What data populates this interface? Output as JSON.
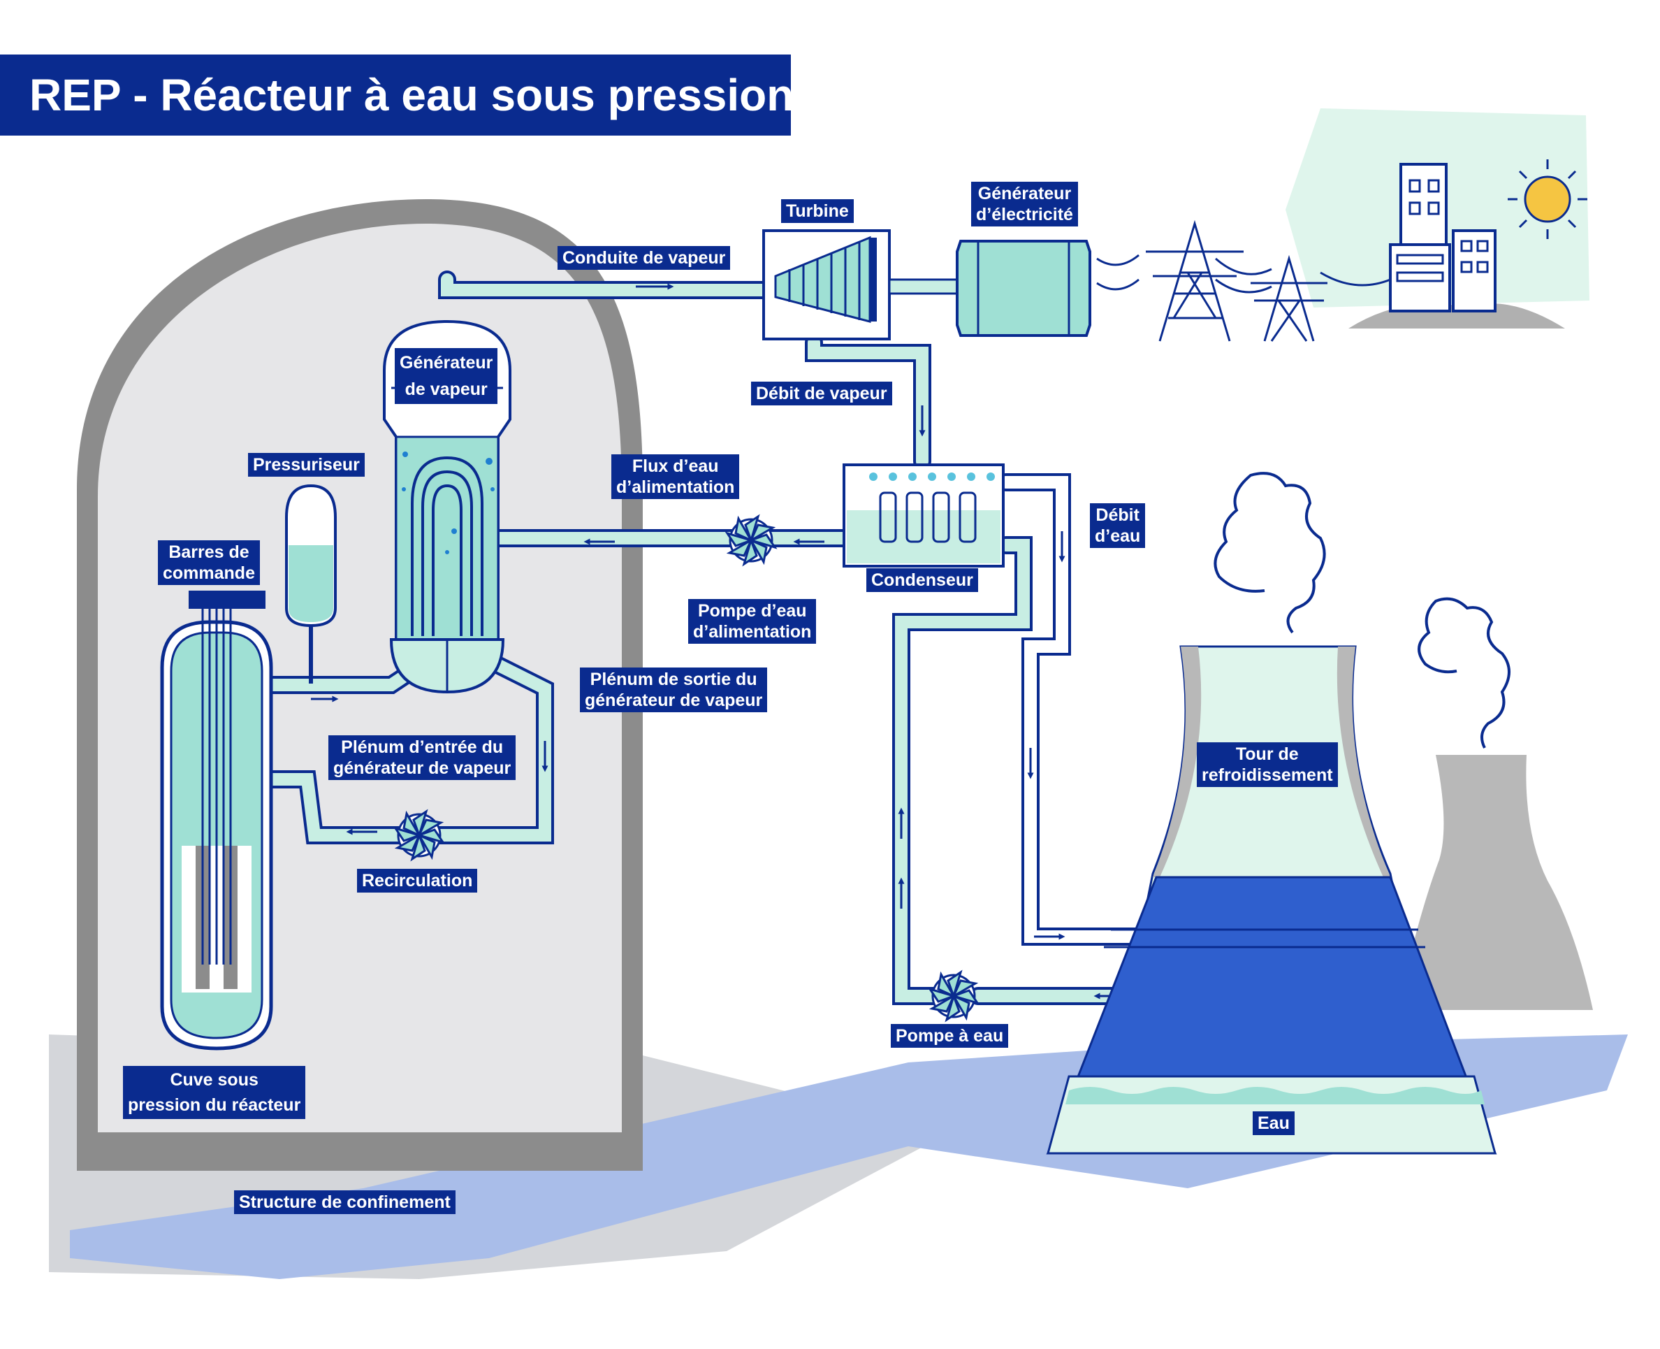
{
  "title": "REP - Réacteur à eau sous pression",
  "labels": {
    "turbine": "Turbine",
    "generator_line1": "Générateur",
    "generator_line2": "d’électricité",
    "steam_line": "Conduite de vapeur",
    "steam_generator_line1": "Générateur",
    "steam_generator_line2": "de vapeur",
    "steam_flow": "Débit de vapeur",
    "pressurizer": "Pressuriseur",
    "feedwater_flow_line1": "Flux d’eau",
    "feedwater_flow_line2": "d’alimentation",
    "water_flow_line1": "Débit",
    "water_flow_line2": "d’eau",
    "control_rods_line1": "Barres de",
    "control_rods_line2": "commande",
    "condenser": "Condenseur",
    "feed_pump_line1": "Pompe d’eau",
    "feed_pump_line2": "d’alimentation",
    "outlet_plenum_line1": "Plénum de sortie du",
    "outlet_plenum_line2": "générateur de vapeur",
    "inlet_plenum_line1": "Plénum d’entrée du",
    "inlet_plenum_line2": "générateur de vapeur",
    "cooling_tower_line1": "Tour de",
    "cooling_tower_line2": "refroidissement",
    "recirculation": "Recirculation",
    "water_pump": "Pompe à eau",
    "vessel_line1": "Cuve sous",
    "vessel_line2": "pression du réacteur",
    "water": "Eau",
    "containment": "Structure de confinement"
  },
  "colors": {
    "navy": "#0a2b8f",
    "pipe_fill": "#c8eee3",
    "water_fill": "#9fe0d4",
    "containment_gray": "#8c8c8c",
    "containment_inner": "#e6e6e8",
    "tower_blue": "#2f5fce",
    "ground_blue": "#a9bde9",
    "sun": "#f5c542"
  }
}
